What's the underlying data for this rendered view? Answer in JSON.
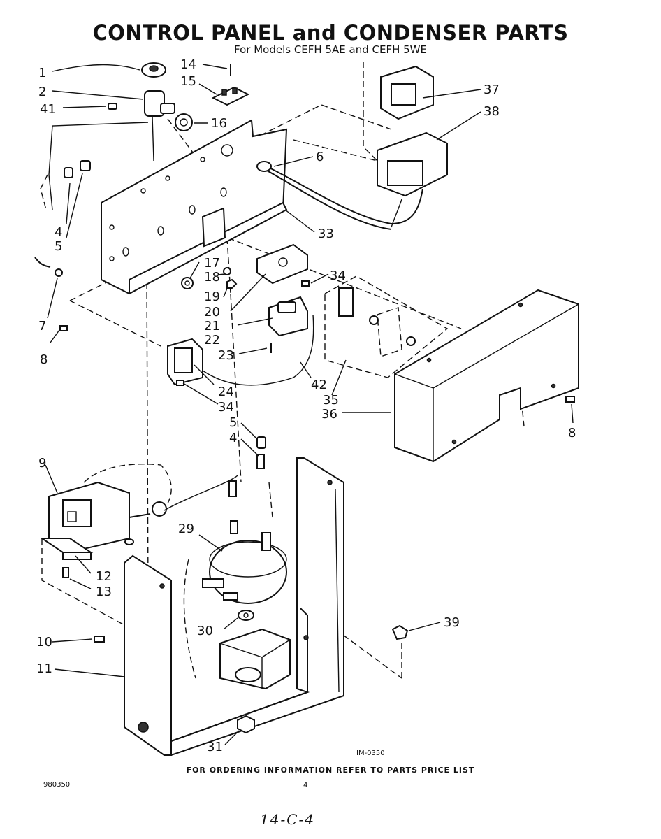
{
  "title": "CONTROL PANEL and CONDENSER PARTS",
  "subtitle": "For Models CEFH 5AE and CEFH 5WE",
  "footer": "FOR ORDERING INFORMATION REFER TO PARTS PRICE LIST",
  "doc_number": "980350",
  "page_number": "4",
  "drawing_id": "IM-0350",
  "handwritten_note": "14-C-4",
  "callouts": {
    "c1": "1",
    "c2": "2",
    "c41": "41",
    "c4a": "4",
    "c5a": "5",
    "c14": "14",
    "c15": "15",
    "c16": "16",
    "c6": "6",
    "c37": "37",
    "c38": "38",
    "c33": "33",
    "c17": "17",
    "c18": "18",
    "c19": "19",
    "c20": "20",
    "c21": "21",
    "c22": "22",
    "c23": "23",
    "c34a": "34",
    "c7": "7",
    "c8a": "8",
    "c24": "24",
    "c34b": "34",
    "c42": "42",
    "c35": "35",
    "c36": "36",
    "c8b": "8",
    "c5b": "5",
    "c4b": "4",
    "c9": "9",
    "c29": "29",
    "c12": "12",
    "c13": "13",
    "c30": "30",
    "c39": "39",
    "c10": "10",
    "c11": "11",
    "c31": "31"
  }
}
